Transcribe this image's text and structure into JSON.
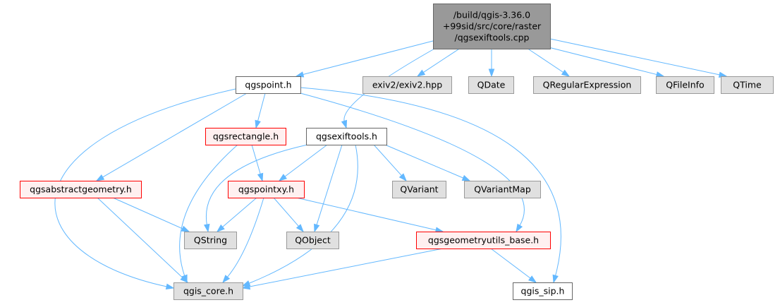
{
  "colors": {
    "edge": "#63b8ff",
    "root_fill": "#999999",
    "root_border": "#666666",
    "plain_fill": "#ffffff",
    "plain_border": "#666666",
    "red_fill": "#fff0f0",
    "red_border": "#ff0000",
    "system_fill": "#e0e0e0",
    "system_border": "#999999"
  },
  "nodes": {
    "root": {
      "lines": [
        "/build/qgis-3.36.0",
        "+99sid/src/core/raster",
        "/qgsexiftools.cpp"
      ],
      "style": "root"
    },
    "qgspoint": {
      "lines": [
        "qgspoint.h"
      ],
      "style": "plain"
    },
    "exiv2": {
      "lines": [
        "exiv2/exiv2.hpp"
      ],
      "style": "system"
    },
    "qdate": {
      "lines": [
        "QDate"
      ],
      "style": "system"
    },
    "qregexp": {
      "lines": [
        "QRegularExpression"
      ],
      "style": "system"
    },
    "qfileinfo": {
      "lines": [
        "QFileInfo"
      ],
      "style": "system"
    },
    "qtime": {
      "lines": [
        "QTime"
      ],
      "style": "system"
    },
    "qgsrectangle": {
      "lines": [
        "qgsrectangle.h"
      ],
      "style": "red"
    },
    "qgsexiftools": {
      "lines": [
        "qgsexiftools.h"
      ],
      "style": "plain"
    },
    "qgsabstract": {
      "lines": [
        "qgsabstractgeometry.h"
      ],
      "style": "red"
    },
    "qgspointxy": {
      "lines": [
        "qgspointxy.h"
      ],
      "style": "red"
    },
    "qvariant": {
      "lines": [
        "QVariant"
      ],
      "style": "system"
    },
    "qvariantmap": {
      "lines": [
        "QVariantMap"
      ],
      "style": "system"
    },
    "qstring": {
      "lines": [
        "QString"
      ],
      "style": "system"
    },
    "qobject": {
      "lines": [
        "QObject"
      ],
      "style": "system"
    },
    "qgsgeomutils": {
      "lines": [
        "qgsgeometryutils_base.h"
      ],
      "style": "red"
    },
    "qgiscore": {
      "lines": [
        "qgis_core.h"
      ],
      "style": "system"
    },
    "qgissip": {
      "lines": [
        "qgis_sip.h"
      ],
      "style": "plain"
    }
  },
  "edges": [
    [
      "root",
      "qgspoint"
    ],
    [
      "root",
      "qgsexiftools"
    ],
    [
      "root",
      "exiv2"
    ],
    [
      "root",
      "qdate"
    ],
    [
      "root",
      "qregexp"
    ],
    [
      "root",
      "qfileinfo"
    ],
    [
      "root",
      "qtime"
    ],
    [
      "qgspoint",
      "qgsrectangle"
    ],
    [
      "qgspoint",
      "qgsabstract"
    ],
    [
      "qgspoint",
      "qgiscore"
    ],
    [
      "qgspoint",
      "qgsgeomutils"
    ],
    [
      "qgspoint",
      "qgissip"
    ],
    [
      "qgsrectangle",
      "qgspointxy"
    ],
    [
      "qgsrectangle",
      "qgiscore"
    ],
    [
      "qgsexiftools",
      "qgspointxy"
    ],
    [
      "qgsexiftools",
      "qstring"
    ],
    [
      "qgsexiftools",
      "qobject"
    ],
    [
      "qgsexiftools",
      "qvariant"
    ],
    [
      "qgsexiftools",
      "qvariantmap"
    ],
    [
      "qgsexiftools",
      "qgiscore"
    ],
    [
      "qgsabstract",
      "qstring"
    ],
    [
      "qgsabstract",
      "qgiscore"
    ],
    [
      "qgspointxy",
      "qstring"
    ],
    [
      "qgspointxy",
      "qobject"
    ],
    [
      "qgspointxy",
      "qgsgeomutils"
    ],
    [
      "qgspointxy",
      "qgiscore"
    ],
    [
      "qgsgeomutils",
      "qgiscore"
    ],
    [
      "qgsgeomutils",
      "qgissip"
    ]
  ]
}
